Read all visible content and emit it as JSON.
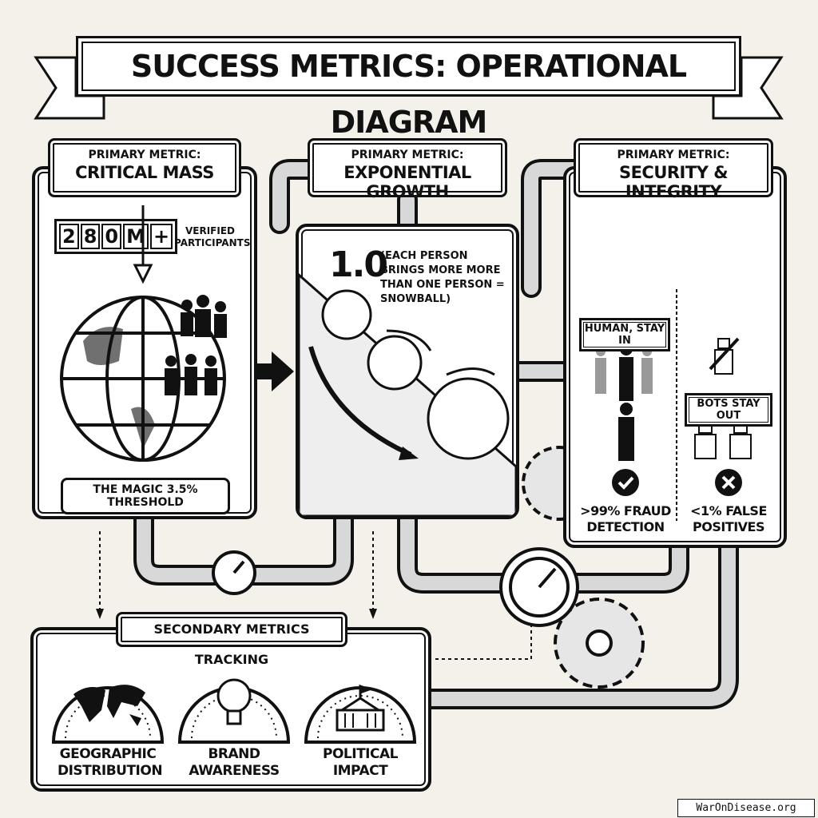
{
  "title": "SUCCESS METRICS: OPERATIONAL DIAGRAM",
  "panels": {
    "critical_mass": {
      "label_small": "PRIMARY METRIC:",
      "label_big": "CRITICAL MASS",
      "counter": [
        "2",
        "8",
        "0",
        "M",
        "+"
      ],
      "counter_caption": "VERIFIED PARTICIPANTS",
      "threshold": "THE MAGIC 3.5% THRESHOLD"
    },
    "exponential_growth": {
      "label_small": "PRIMARY METRIC:",
      "label_big": "EXPONENTIAL GROWTH",
      "value": "1.0",
      "description": "(EACH PERSON BRINGS MORE MORE THAN ONE PERSON = SNOWBALL)"
    },
    "security": {
      "label_small": "PRIMARY METRIC:",
      "label_big": "SECURITY & INTEGRITY",
      "human_sign": "HUMAN, STAY IN",
      "bots_sign": "BOTS STAY OUT",
      "fraud": ">99% FRAUD DETECTION",
      "false_pos": "<1% FALSE POSITIVES"
    }
  },
  "secondary": {
    "title": "SECONDARY METRICS TRACKING",
    "gauges": [
      {
        "label": "GEOGRAPHIC DISTRIBUTION",
        "icon": "world-map-icon"
      },
      {
        "label": "BRAND AWARENESS",
        "icon": "lightbulb-icon"
      },
      {
        "label": "POLITICAL IMPACT",
        "icon": "capitol-building-icon"
      }
    ]
  },
  "watermark": "WarOnDisease.org"
}
